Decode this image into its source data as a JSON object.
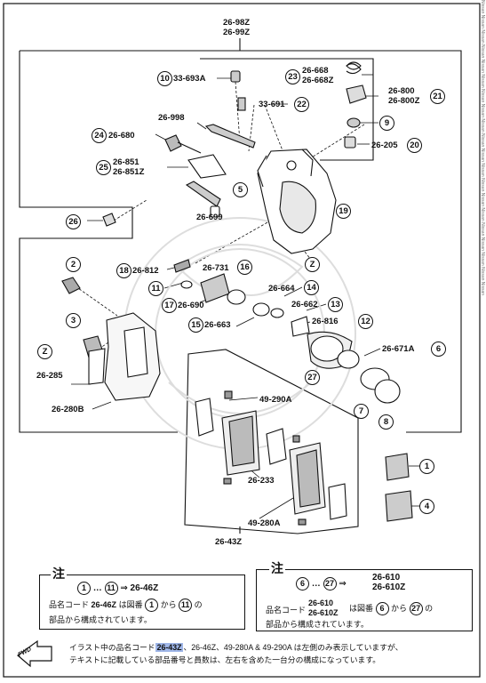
{
  "top_label": [
    "26-98Z",
    "26-99Z"
  ],
  "parts": {
    "p10": {
      "num": "10",
      "code": "33-693A"
    },
    "p22": {
      "num": "22",
      "code": "33-691"
    },
    "p23": {
      "num": "23",
      "code1": "26-668",
      "code2": "26-668Z"
    },
    "p21": {
      "num": "21",
      "code1": "26-800",
      "code2": "26-800Z"
    },
    "p9": {
      "num": "9"
    },
    "p20": {
      "num": "20",
      "code": "26-205"
    },
    "p24": {
      "num": "24",
      "code": "26-680"
    },
    "p998": {
      "code": "26-998"
    },
    "p25": {
      "num": "25",
      "code1": "26-851",
      "code2": "26-851Z"
    },
    "p5": {
      "num": "5"
    },
    "p699": {
      "code": "26-699"
    },
    "p19": {
      "num": "19"
    },
    "p26": {
      "num": "26"
    },
    "pZ1": {
      "num": "Z"
    },
    "p2": {
      "num": "2"
    },
    "p18": {
      "num": "18",
      "code": "26-812"
    },
    "p731": {
      "code": "26-731"
    },
    "p16": {
      "num": "16"
    },
    "p11": {
      "num": "11"
    },
    "p17": {
      "num": "17",
      "code": "26-690"
    },
    "p14": {
      "code": "26-664",
      "num": "14"
    },
    "p13": {
      "code": "26-662",
      "num": "13"
    },
    "p15": {
      "num": "15",
      "code": "26-663"
    },
    "p12": {
      "code": "26-816",
      "num": "12"
    },
    "pZ2": {
      "num": "Z"
    },
    "p3": {
      "num": "3"
    },
    "p285": {
      "code": "26-285"
    },
    "p280B": {
      "code": "26-280B"
    },
    "p6": {
      "code": "26-671A",
      "num": "6"
    },
    "p27": {
      "num": "27"
    },
    "p7": {
      "num": "7"
    },
    "p8": {
      "num": "8"
    },
    "p290": {
      "code": "49-290A"
    },
    "p233": {
      "code": "26-233"
    },
    "p280A": {
      "code": "49-280A"
    },
    "p1": {
      "num": "1"
    },
    "p4": {
      "num": "4"
    },
    "p43": {
      "code": "26-43Z"
    }
  },
  "note_left": {
    "title": "注",
    "range_from": "1",
    "range_to": "11",
    "arrow": "⇒",
    "target": "26-46Z",
    "line1_a": "品名コード",
    "line1_code": "26-46Z",
    "line1_b": "は図番",
    "line1_from": "1",
    "line1_c": "から",
    "line1_to": "11",
    "line1_d": "の",
    "line2": "部品から構成されています。"
  },
  "note_right": {
    "title": "注",
    "range_from": "6",
    "range_to": "27",
    "arrow": "⇒",
    "target1": "26-610",
    "target2": "26-610Z",
    "line1_a": "品名コード",
    "line1_code1": "26-610",
    "line1_code2": "26-610Z",
    "line1_b": "は図番",
    "line1_from": "6",
    "line1_c": "から",
    "line1_to": "27",
    "line1_d": "の",
    "line2": "部品から構成されています。"
  },
  "footer": {
    "fwd": "FWD",
    "a": "イラスト中の品名コード",
    "highlight": "26-43Z",
    "b": "、26-46Z、49-280A & 49-290A は左側のみ表示していますが、",
    "c": "テキストに記載している部品番号と員数は、左右を含めた一台分の構成になっています。"
  },
  "side_text": "Nissan Nissan Nissan Nissan Nissan Nissan Nissan Nissan Nissan Nissan Nissan Nissan Nissan Nissan Nissan Nissan Nissan Nissan Nissan Nissan"
}
